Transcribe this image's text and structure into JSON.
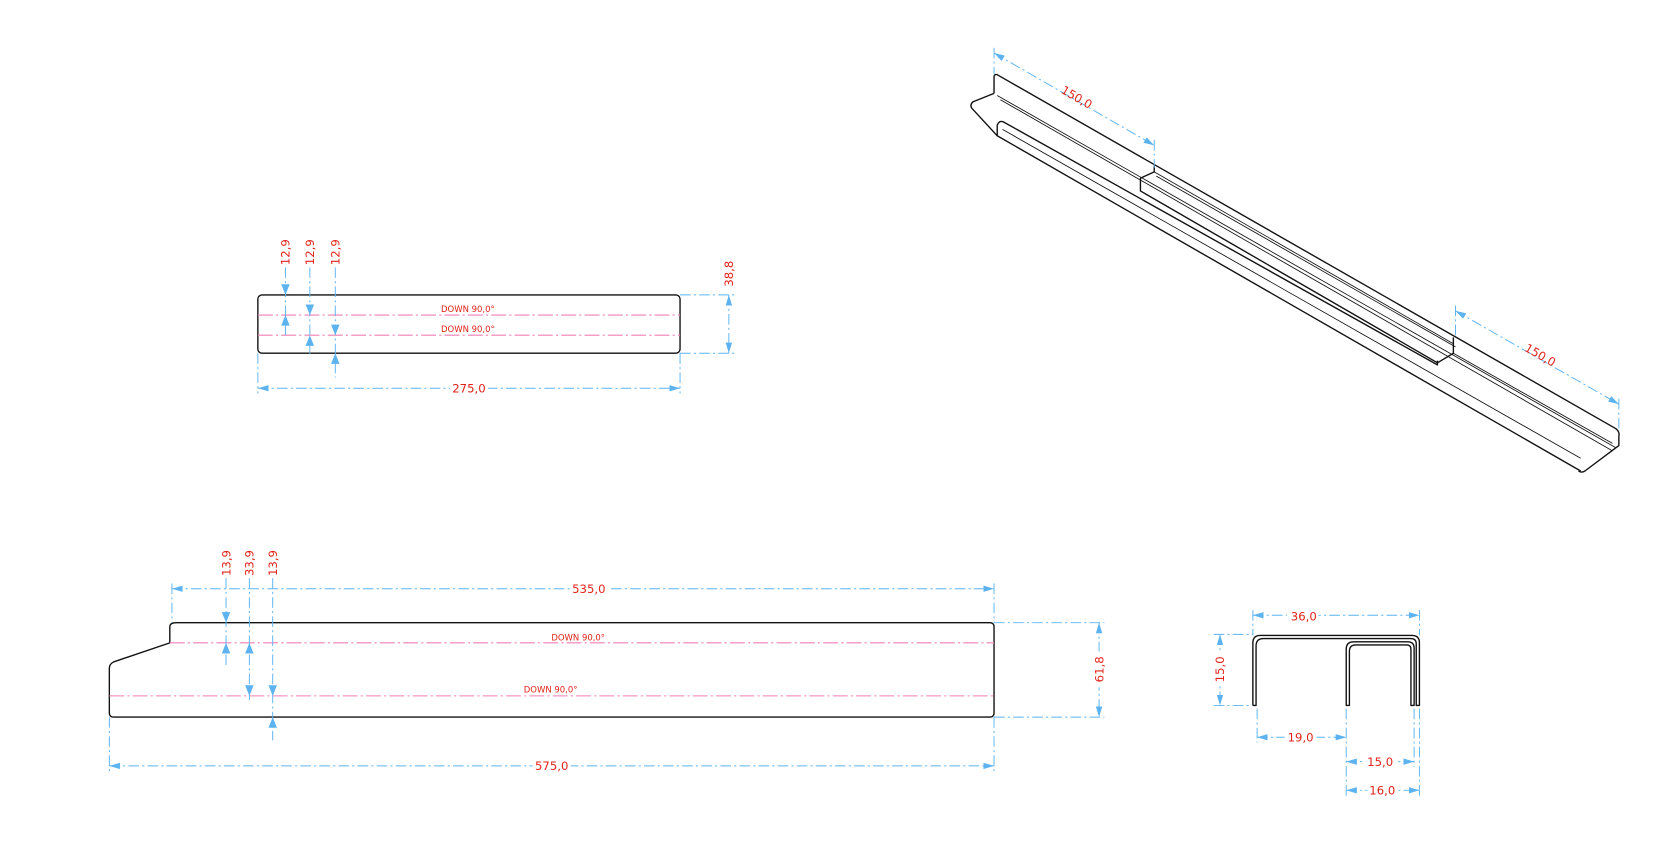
{
  "views": {
    "flat_small": {
      "bend_labels": [
        "DOWN 90,0°",
        "DOWN 90,0°"
      ],
      "vertical_dims": [
        "12,9",
        "12,9",
        "12,9"
      ],
      "height_dim": "38,8",
      "length_dim": "275,0"
    },
    "flat_large": {
      "bend_labels": [
        "DOWN 90,0°",
        "DOWN 90,0°"
      ],
      "vertical_dims": [
        "13,9",
        "33,9",
        "13,9"
      ],
      "top_length_dim": "535,0",
      "length_dim": "575,0",
      "height_dim": "61,8"
    },
    "isometric": {
      "dims": [
        "150,0",
        "150,0"
      ]
    },
    "section": {
      "width_dim": "36,0",
      "height_dim": "15,0",
      "inner_dim": "19,0",
      "right_dim_1": "15,0",
      "right_dim_2": "16,0"
    }
  },
  "colors": {
    "dimension_line": "#5cb3f0",
    "dimension_text": "#e2231a",
    "bend_line": "#f27fb3",
    "outline": "#111111"
  }
}
